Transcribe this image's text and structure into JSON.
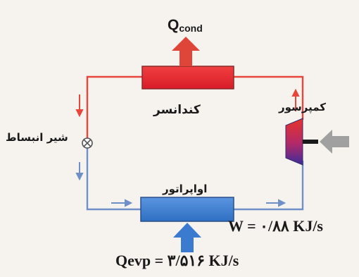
{
  "labels": {
    "q_cond_main": "Q",
    "q_cond_sub": "cond",
    "condenser": "کندانسر",
    "compressor": "کمپرسور",
    "expansion_valve": "شیر انبساط",
    "evaporator": "اواپراتور",
    "work": "W = ۰/۸۸ KJ/s",
    "q_evap": "Qevp = ۳/۵۱۶ KJ/s"
  },
  "colors": {
    "hot_line": "#e8453c",
    "cold_line": "#6f8fc8",
    "condenser": "#e8232f",
    "evaporator": "#3f7fd0",
    "heat_arrow": "#e0453a",
    "evap_arrow": "#3a7bd0",
    "shaft_arrow": "#a0a0a0"
  }
}
